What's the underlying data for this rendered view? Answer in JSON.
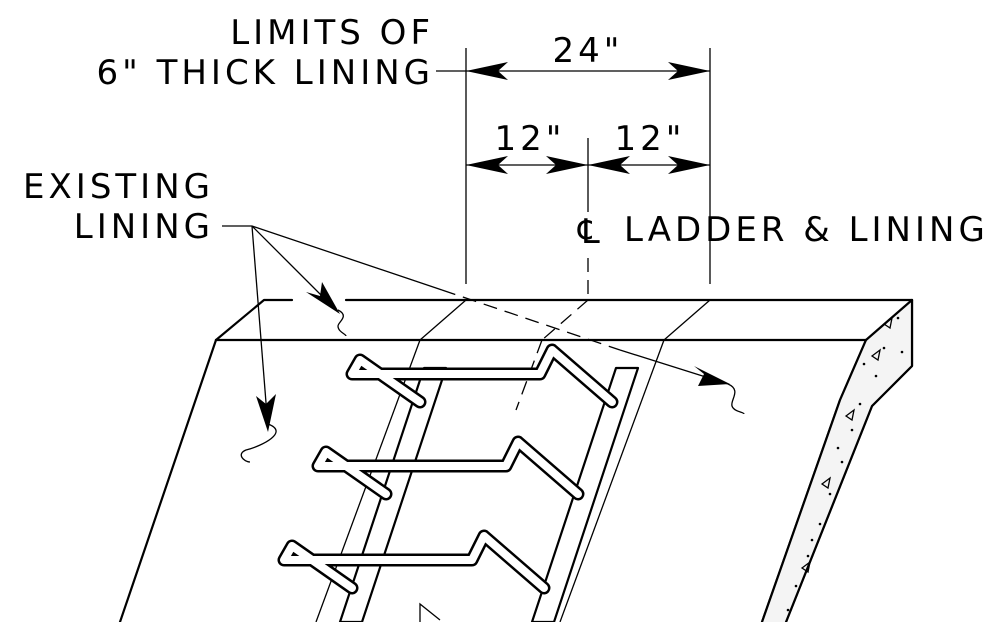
{
  "labels": {
    "limits_line1": "LIMITS OF",
    "limits_line2": "6\" THICK LINING",
    "dim_total": "24\"",
    "dim_left": "12\"",
    "dim_right": "12\"",
    "existing_line1": "EXISTING",
    "existing_line2": "LINING",
    "centerline_symbol": "℄",
    "centerline_label": "LADDER & LINING"
  }
}
